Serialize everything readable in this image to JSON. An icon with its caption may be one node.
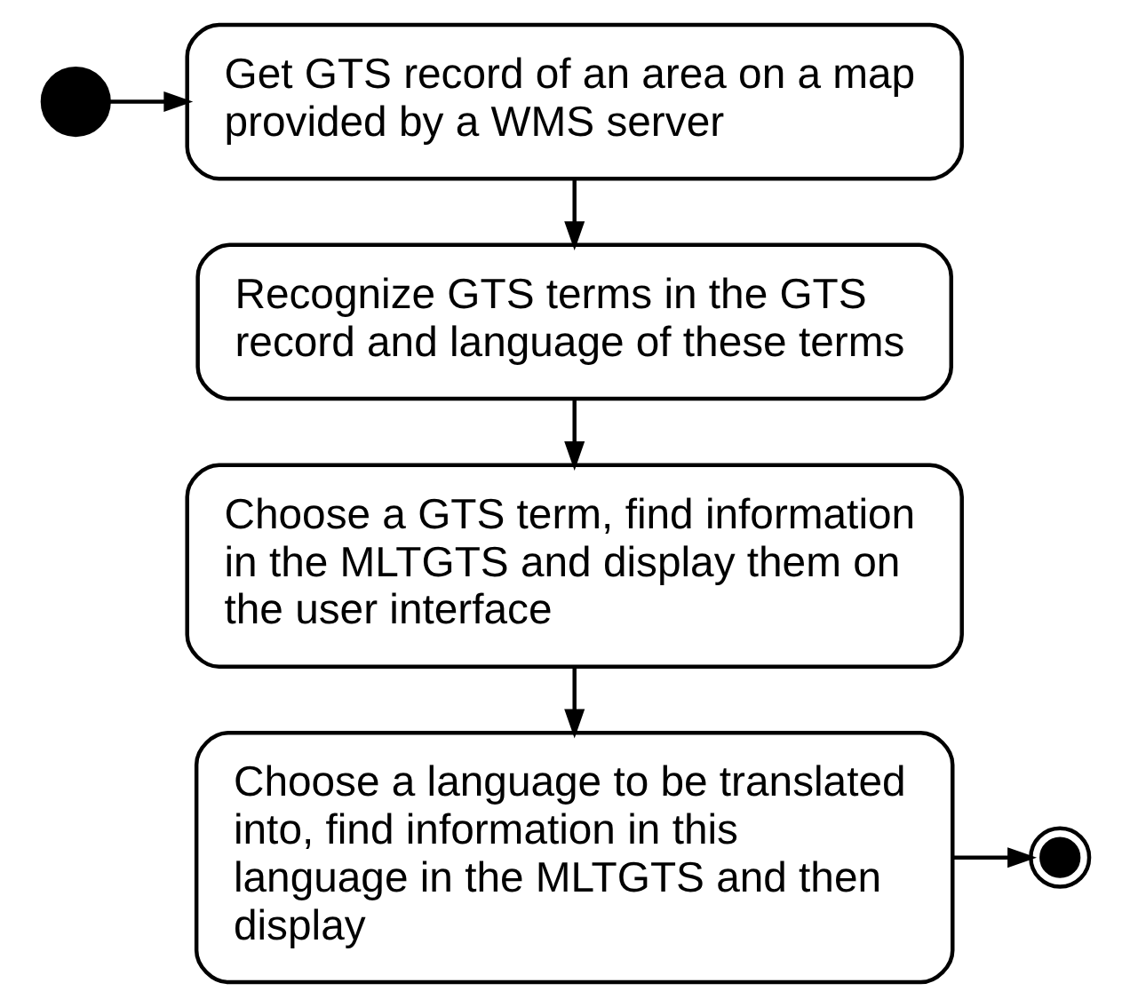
{
  "diagram": {
    "nodes": [
      {
        "text": [],
        "shape": "circle"
      },
      {
        "text": [
          "Get GTS record of an area on a map provided by a WMS server"
        ]
      },
      {
        "text": [
          "Recognize GTS terms in the GTS record and language of these terms"
        ]
      },
      {
        "text": [
          "Choose a GTS term, find information in the MLTGTS and display them on the user interface"
        ]
      },
      {
        "text": [
          "Choose a language to be translated into, find information in this language in the MLTGTS and then display"
        ]
      },
      {
        "text": [],
        "shape": "bullseye"
      }
    ],
    "edges": [
      {
        "from": 0,
        "to": 1,
        "arrow": "to"
      },
      {
        "from": 1,
        "to": 2,
        "arrow": "to"
      },
      {
        "from": 2,
        "to": 3,
        "arrow": "to"
      },
      {
        "from": 3,
        "to": 4,
        "arrow": "to"
      },
      {
        "from": 4,
        "to": 5,
        "arrow": "to"
      }
    ]
  }
}
